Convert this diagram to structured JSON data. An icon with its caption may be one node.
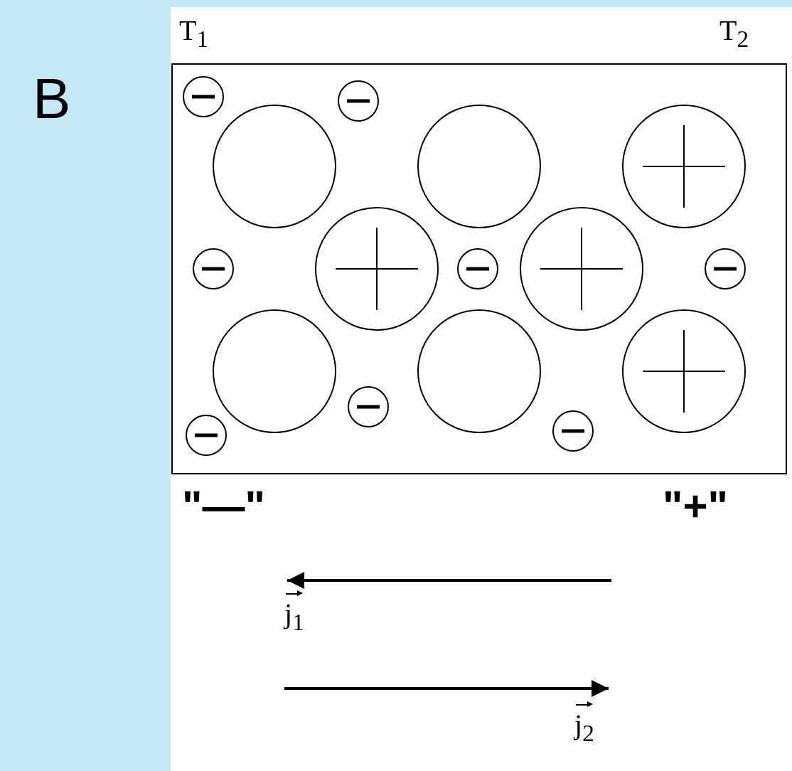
{
  "diagram": {
    "labels": [
      "B",
      "T$_{1}$",
      "T$_{2}$",
      "\"—\"",
      "\"+\"",
      "j$_{1}$",
      "j$_{2}$"
    ]
  }
}
